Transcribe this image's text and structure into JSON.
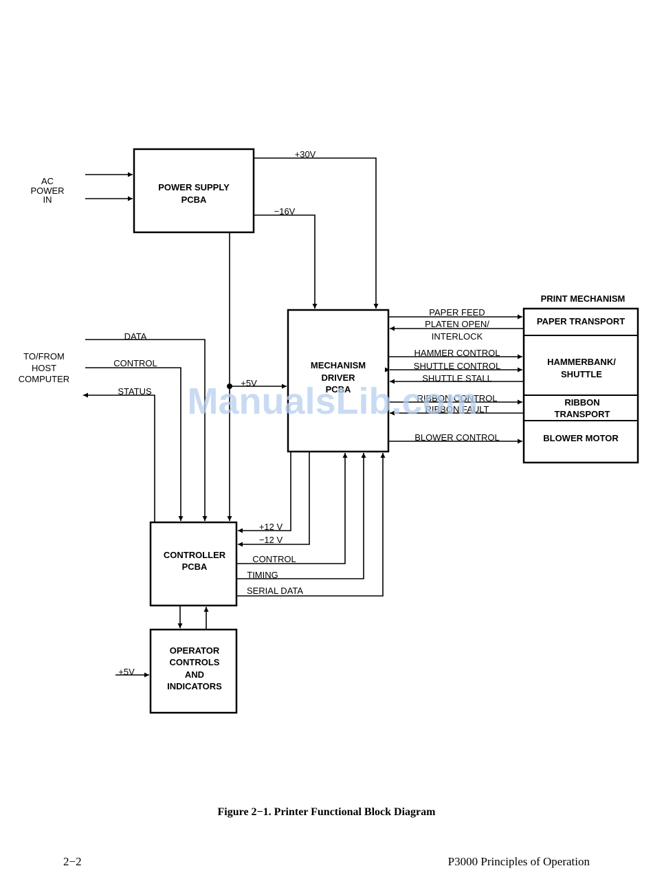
{
  "diagram": {
    "blocks": {
      "power_supply": [
        "POWER SUPPLY",
        "PCBA"
      ],
      "mechanism_driver": [
        "MECHANISM",
        "DRIVER",
        "PCBA"
      ],
      "controller": [
        "CONTROLLER",
        "PCBA"
      ],
      "operator_controls": [
        "OPERATOR",
        "CONTROLS",
        "AND",
        "INDICATORS"
      ],
      "print_mechanism_title": "PRINT MECHANISM",
      "paper_transport": [
        "PAPER TRANSPORT"
      ],
      "hammerbank": [
        "HAMMERBANK/",
        "SHUTTLE"
      ],
      "ribbon_transport": [
        "RIBBON",
        "TRANSPORT"
      ],
      "blower_motor": [
        "BLOWER MOTOR"
      ]
    },
    "external": {
      "ac_power_in": [
        "AC",
        "POWER",
        "IN"
      ],
      "host_computer": [
        "TO/FROM",
        "HOST",
        "COMPUTER"
      ]
    },
    "signals": {
      "plus30v": "+30V",
      "minus16v": "−16V",
      "plus5v_bus": "+5V",
      "data": "DATA",
      "control_host": "CONTROL",
      "status": "STATUS",
      "paper_feed": "PAPER FEED",
      "platen_open_1": "PLATEN OPEN/",
      "platen_open_2": "INTERLOCK",
      "hammer_control": "HAMMER CONTROL",
      "shuttle_control": "SHUTTLE CONTROL",
      "shuttle_stall": "SHUTTLE STALL",
      "ribbon_control": "RIBBON CONTROL",
      "ribbon_fault": "RIBBON FAULT",
      "blower_control": "BLOWER CONTROL",
      "plus12v": "+12 V",
      "minus12v": "−12 V",
      "control_mech": "CONTROL",
      "timing": "TIMING",
      "serial_data": "SERIAL DATA",
      "plus5v_op": "+5V"
    }
  },
  "watermark": "ManualsLib.com",
  "caption": "Figure 2−1.  Printer Functional Block Diagram",
  "footer": {
    "page_number": "2−2",
    "doc_title": "P3000 Principles of Operation"
  }
}
